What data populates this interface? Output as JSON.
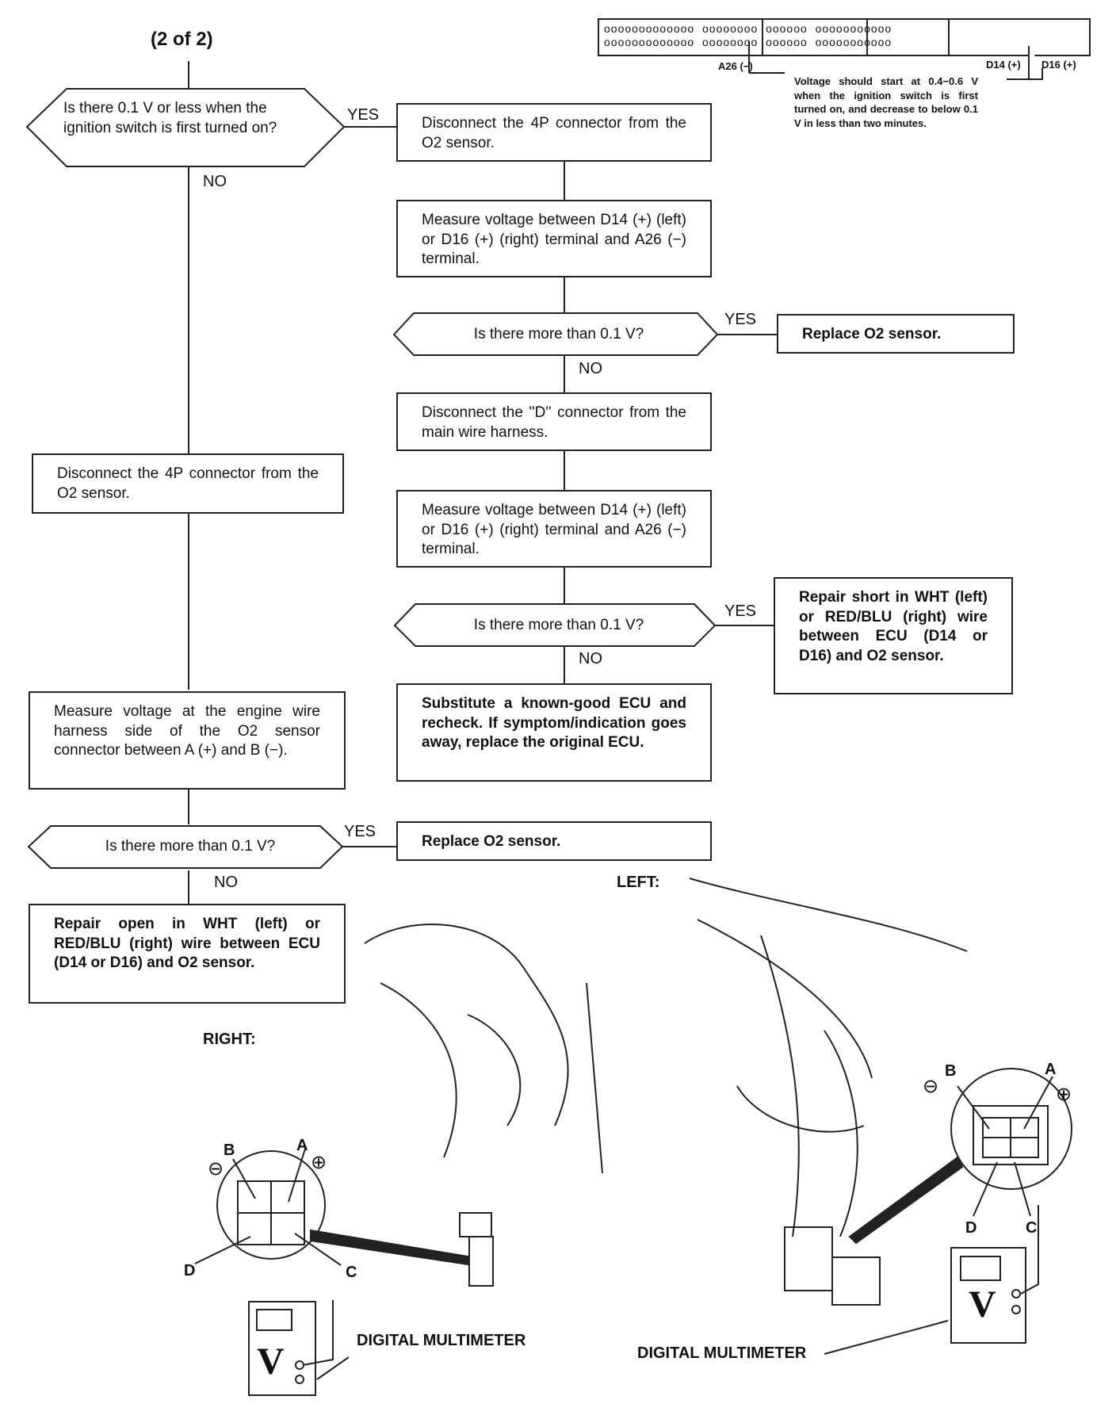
{
  "page_title": "(2 of 2)",
  "connector_note": {
    "a26_label": "A26 (−)",
    "d14_label": "D14 (+)",
    "d16_label": "D16 (+)",
    "text": "Voltage should start at 0.4−0.6 V when the ignition switch is first turned on, and decrease to below 0.1 V in less than two minutes."
  },
  "decisions": {
    "q1": "Is there 0.1 V or less when the ignition switch is first turned on?",
    "q2": "Is there more than 0.1 V?",
    "q3": "Is there more than 0.1 V?",
    "q4": "Is there more than 0.1 V?"
  },
  "branch_labels": {
    "yes": "YES",
    "no": "NO"
  },
  "boxes": {
    "disconnect_4p_right_col": "Disconnect the 4P connector from the O2 sensor.",
    "measure_d14_1": "Measure voltage between D14 (+) (left) or D16 (+) (right) terminal and A26 (−) terminal.",
    "replace_o2_1": "Replace O2 sensor.",
    "disconnect_d": "Disconnect the ''D'' connector from the main wire harness.",
    "disconnect_4p_left_col": "Disconnect the 4P connector from the O2 sensor.",
    "measure_d14_2": "Measure voltage between D14 (+) (left) or D16 (+) (right) terminal and A26 (−) terminal.",
    "repair_short": "Repair short in WHT (left) or RED/BLU (right) wire between ECU (D14 or D16) and O2 sensor.",
    "substitute_ecu": "Substitute a known-good ECU and recheck. If symptom/indication goes away, replace the original ECU.",
    "measure_harness": "Measure voltage at the engine wire harness side of the O2 sensor connector between A (+) and B (−).",
    "replace_o2_2": "Replace O2 sensor.",
    "repair_open": "Repair open in WHT (left) or RED/BLU (right) wire between ECU (D14 or D16) and O2 sensor."
  },
  "illustration": {
    "right_label": "RIGHT:",
    "left_label": "LEFT:",
    "multimeter_label_right": "DIGITAL MULTIMETER",
    "multimeter_label_left": "DIGITAL MULTIMETER",
    "pin_a": "A",
    "pin_b": "B",
    "pin_c": "C",
    "pin_d": "D",
    "plus": "⊕",
    "minus": "⊖",
    "meter_v": "V"
  }
}
